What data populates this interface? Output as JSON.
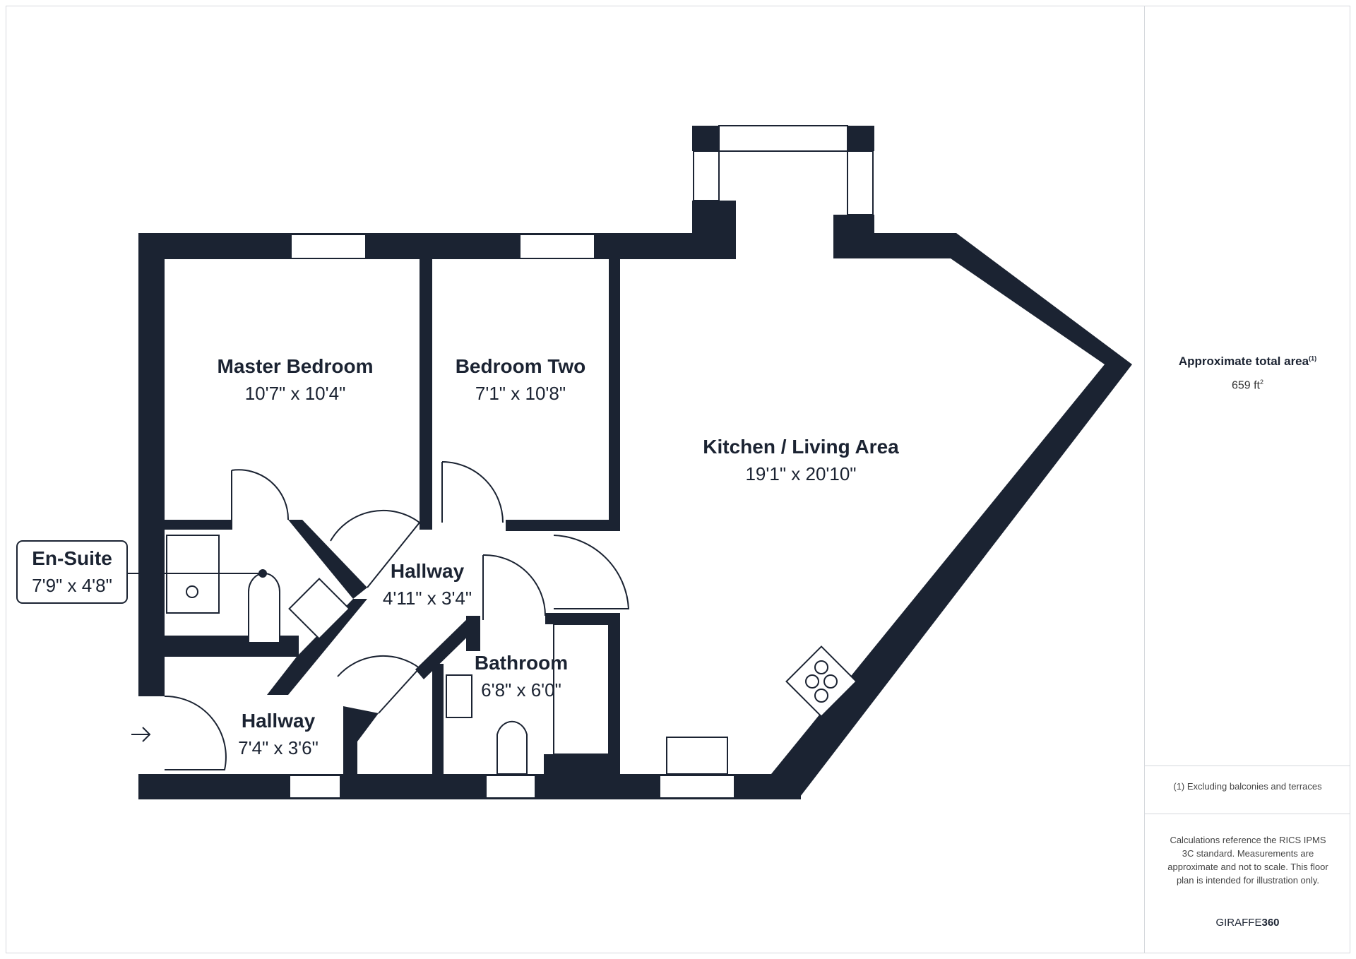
{
  "rooms": {
    "master_bedroom": {
      "name": "Master Bedroom",
      "dims": "10'7\" x 10'4\""
    },
    "bedroom_two": {
      "name": "Bedroom Two",
      "dims": "7'1\" x 10'8\""
    },
    "kitchen_living": {
      "name": "Kitchen / Living Area",
      "dims": "19'1\" x 20'10\""
    },
    "hallway_inner": {
      "name": "Hallway",
      "dims": "4'11\" x 3'4\""
    },
    "bathroom": {
      "name": "Bathroom",
      "dims": "6'8\" x 6'0\""
    },
    "hallway_entry": {
      "name": "Hallway",
      "dims": "7'4\" x 3'6\""
    },
    "en_suite": {
      "name": "En-Suite",
      "dims": "7'9\" x 4'8\""
    }
  },
  "sidebar": {
    "area_label": "Approximate total area",
    "area_note_mark": "(1)",
    "area_value": "659 ft",
    "area_unit_sup": "2",
    "footnote": "(1) Excluding balconies and terraces",
    "disclaimer": "Calculations reference the RICS IPMS 3C standard. Measurements are approximate and not to scale. This floor plan is intended for illustration only.",
    "brand_light": "GIRAFFE",
    "brand_bold": "360"
  },
  "colors": {
    "wall": "#1b2332",
    "window": "#ffffff",
    "outline": "#d5d8dc"
  }
}
